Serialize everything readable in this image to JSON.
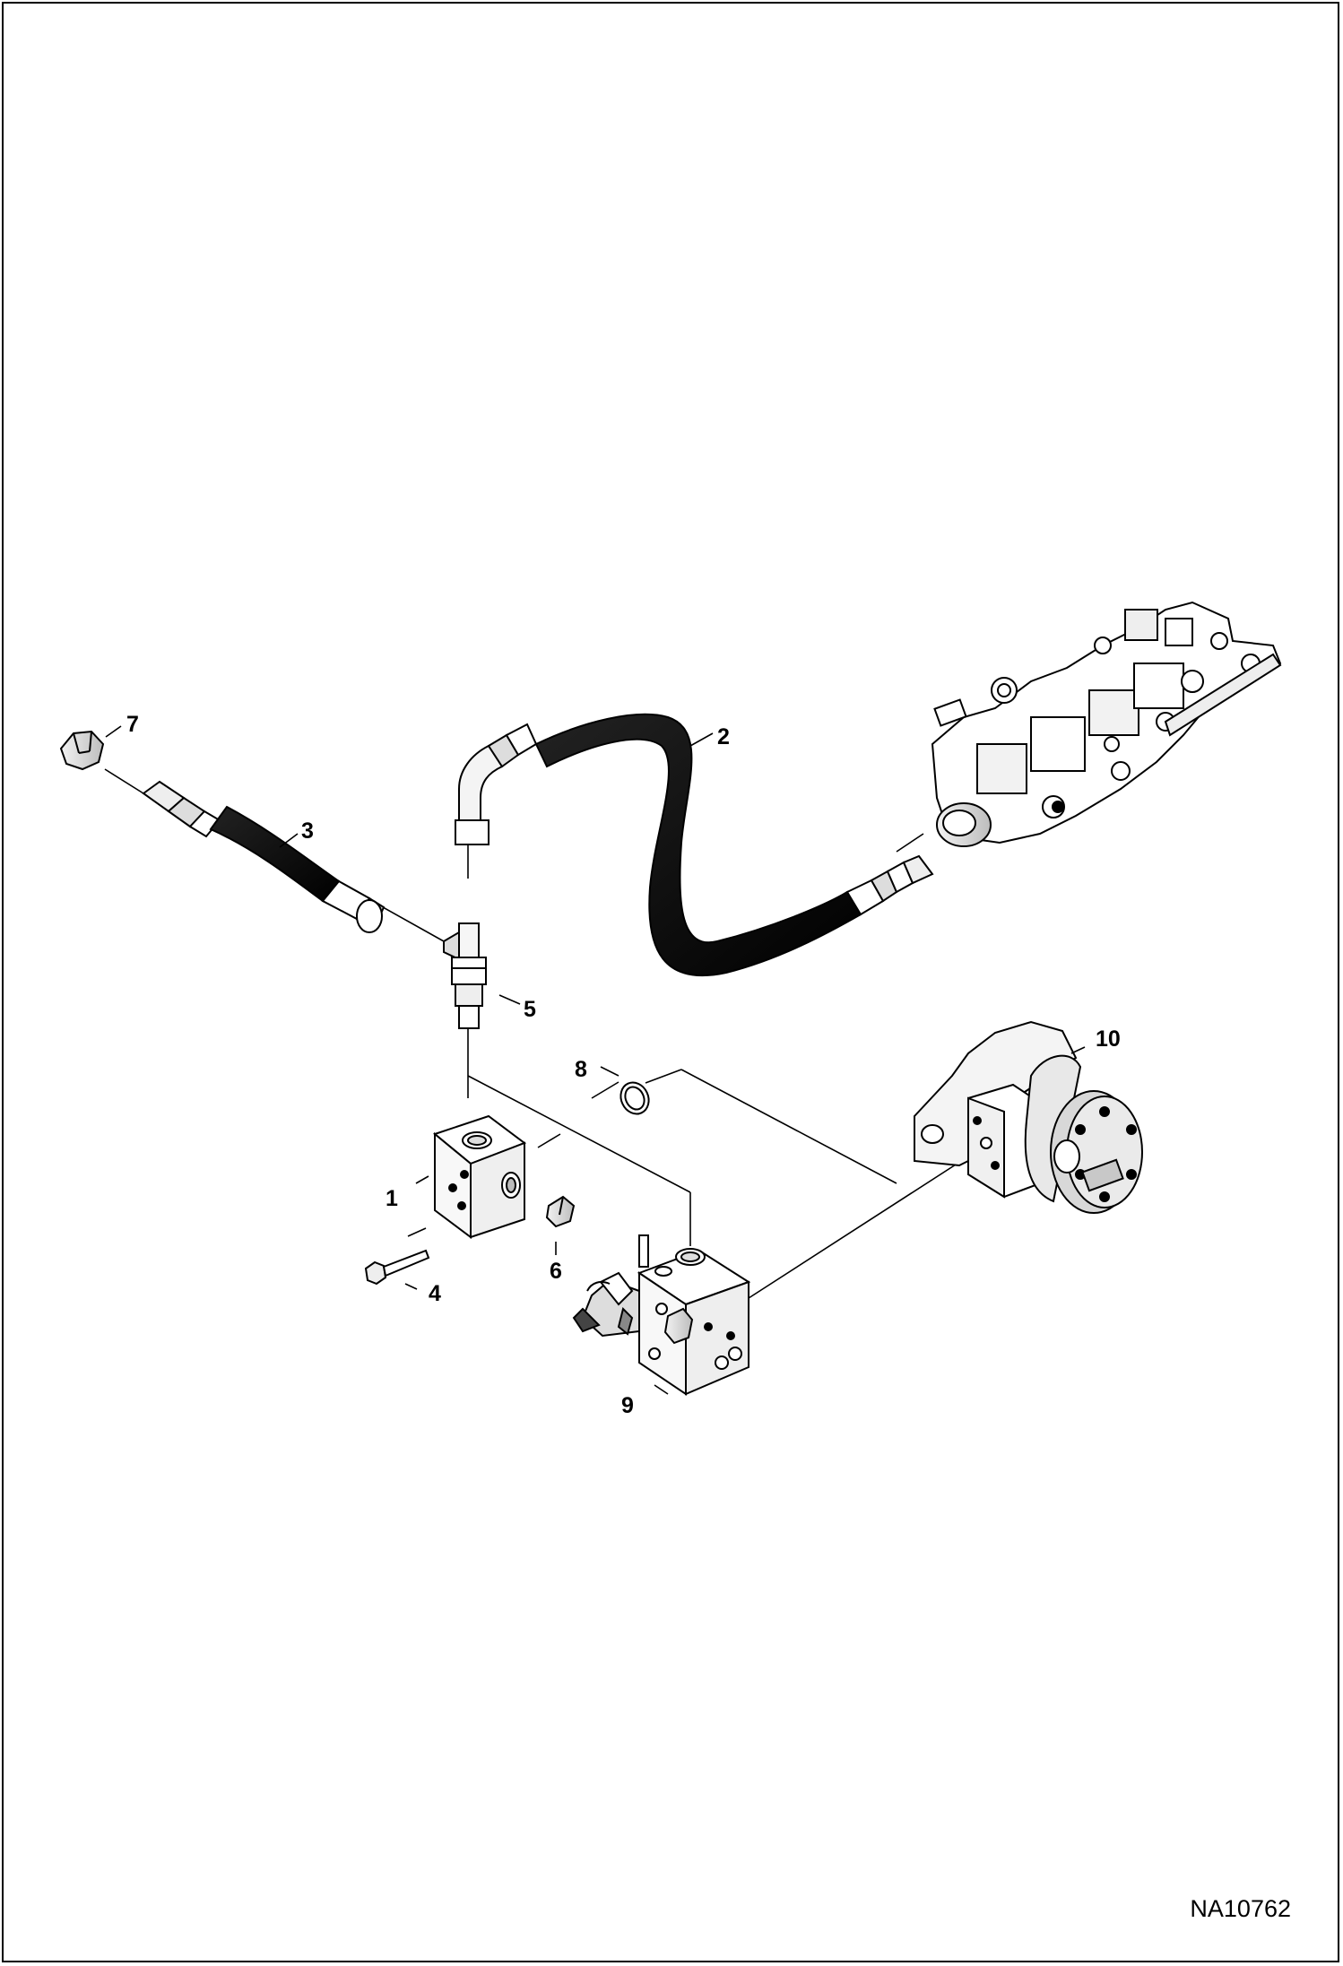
{
  "diagram": {
    "document_id": "NA10762",
    "callouts": {
      "c1": "1",
      "c2": "2",
      "c3": "3",
      "c4": "4",
      "c5": "5",
      "c6": "6",
      "c7": "7",
      "c8": "8",
      "c9": "9",
      "c10": "10"
    }
  }
}
